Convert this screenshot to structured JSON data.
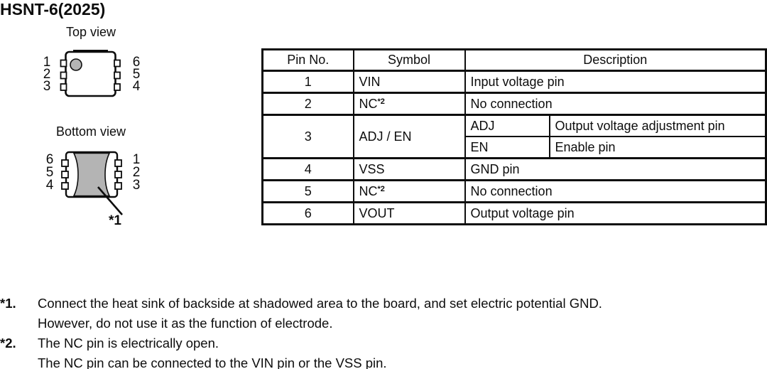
{
  "page": {
    "title": "HSNT-6(2025)"
  },
  "top_view": {
    "label": "Top view",
    "left_pins": [
      "1",
      "2",
      "3"
    ],
    "right_pins": [
      "6",
      "5",
      "4"
    ]
  },
  "bottom_view": {
    "label": "Bottom view",
    "left_pins": [
      "6",
      "5",
      "4"
    ],
    "right_pins": [
      "1",
      "2",
      "3"
    ],
    "pad_note_ref": "*1"
  },
  "pin_table": {
    "headers": {
      "pin": "Pin No.",
      "symbol": "Symbol",
      "description": "Description"
    },
    "rows": [
      {
        "pin": "1",
        "symbol": "VIN",
        "desc": "Input voltage pin"
      },
      {
        "pin": "2",
        "symbol": "NC",
        "symbol_sup": "*2",
        "desc": "No connection"
      },
      {
        "pin": "3",
        "symbol": "ADJ / EN",
        "sub": [
          {
            "name": "ADJ",
            "desc": "Output voltage adjustment pin"
          },
          {
            "name": "EN",
            "desc": "Enable pin"
          }
        ]
      },
      {
        "pin": "4",
        "symbol": "VSS",
        "desc": "GND pin"
      },
      {
        "pin": "5",
        "symbol": "NC",
        "symbol_sup": "*2",
        "desc": "No connection"
      },
      {
        "pin": "6",
        "symbol": "VOUT",
        "desc": "Output voltage pin"
      }
    ]
  },
  "footnotes": [
    {
      "marker": "*1.",
      "lines": [
        "Connect the heat sink of backside at shadowed area to the board, and set electric potential GND.",
        "However, do not use it as the function of electrode."
      ]
    },
    {
      "marker": "*2.",
      "lines": [
        "The NC pin is electrically open.",
        "The NC pin can be connected to the VIN pin or the VSS pin."
      ]
    }
  ],
  "colors": {
    "pad_gray": "#b4b4b4",
    "line_black": "#0d0d0d"
  }
}
